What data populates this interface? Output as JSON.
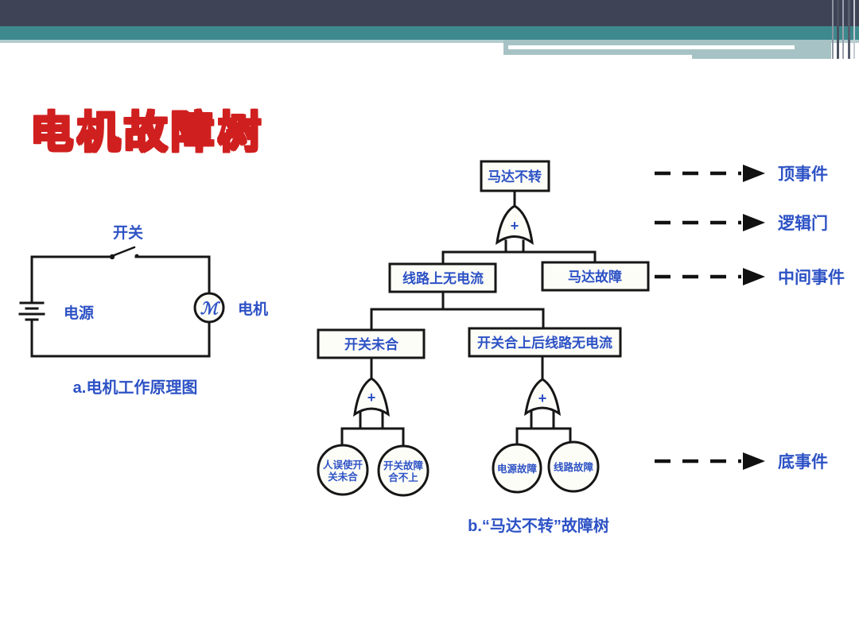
{
  "header": {
    "colors": {
      "dark_bar": "#3e4356",
      "teal_bar": "#3d898d",
      "pale_bar": "#a6c2c4"
    }
  },
  "title": {
    "text": "电机故障树",
    "outline_color": "#d01f1f"
  },
  "circuit": {
    "switch_label": "开关",
    "power_label": "电源",
    "motor_label": "电机",
    "motor_symbol": "ℳ",
    "caption": "a.电机工作原理图"
  },
  "fault_tree": {
    "caption": "b.“马达不转”故障树",
    "or_gate_symbol": "+",
    "nodes": {
      "top": "马达不转",
      "mid_left": "线路上无电流",
      "mid_right": "马达故障",
      "sub_left": "开关未合",
      "sub_right": "开关合上后线路无电流",
      "basic1_line1": "人误使开",
      "basic1_line2": "关未合",
      "basic2_line1": "开关故障",
      "basic2_line2": "合不上",
      "basic3": "电源故障",
      "basic4": "线路故障"
    }
  },
  "legend": {
    "items": [
      {
        "label": "顶事件"
      },
      {
        "label": "逻辑门"
      },
      {
        "label": "中间事件"
      },
      {
        "label": "底事件"
      }
    ]
  },
  "colors": {
    "diagram_text": "#2d52c5",
    "line": "#161616"
  }
}
